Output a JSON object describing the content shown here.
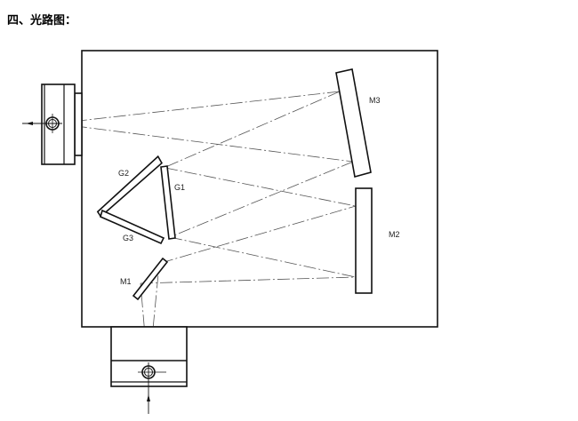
{
  "title": "四、光路图：",
  "labels": {
    "m1": "M1",
    "m2": "M2",
    "m3": "M3",
    "g1": "G1",
    "g2": "G2",
    "g3": "G3"
  }
}
